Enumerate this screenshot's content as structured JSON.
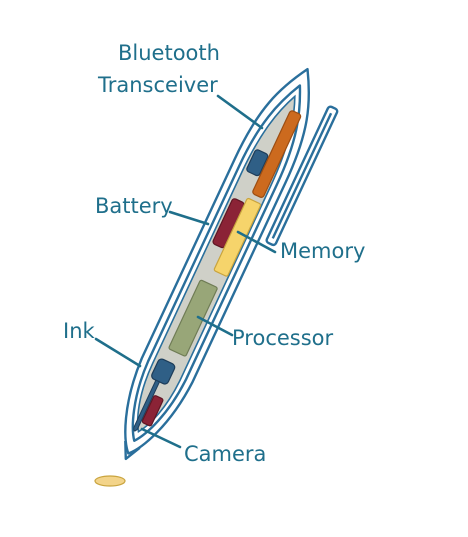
{
  "labels": {
    "bluetooth_line1": "Bluetooth",
    "bluetooth_line2": "Transceiver",
    "battery": "Battery",
    "memory": "Memory",
    "ink": "Ink",
    "processor": "Processor",
    "camera": "Camera"
  },
  "colors": {
    "outline": "#2a6f9c",
    "label_text": "#1f6f8b",
    "inner_body": "#cfd0c8",
    "transceiver_module": "#2f5f86",
    "antenna": "#cc6a1e",
    "battery": "#8b2336",
    "memory": "#f6d46b",
    "processor": "#98a678",
    "ink_cartridge": "#2f5f86",
    "camera": "#8b2336",
    "tip": "#f3d48a"
  }
}
